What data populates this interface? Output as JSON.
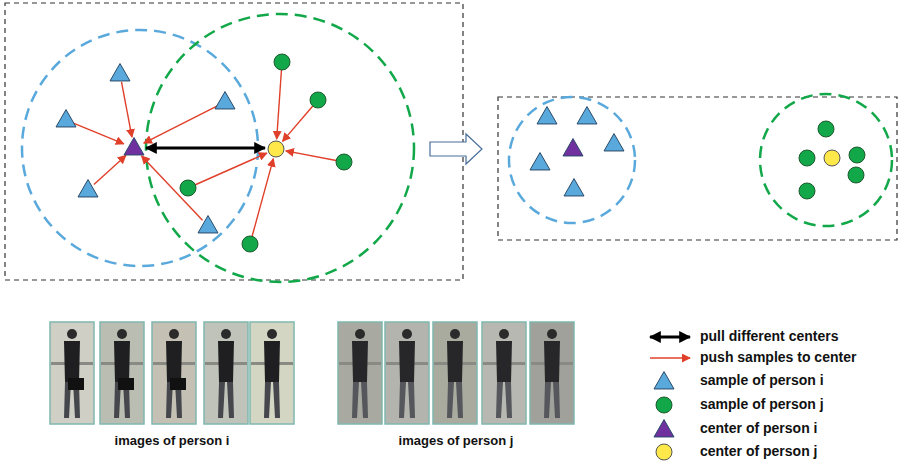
{
  "diagram": {
    "labels": [
      "images of person i",
      "images of person j"
    ],
    "legend": [
      {
        "text": "pull different centers"
      },
      {
        "text": "push samples to center"
      },
      {
        "text": "sample of person i"
      },
      {
        "text": "sample of person j"
      },
      {
        "text": "center of person i"
      },
      {
        "text": "center of person j"
      }
    ]
  }
}
